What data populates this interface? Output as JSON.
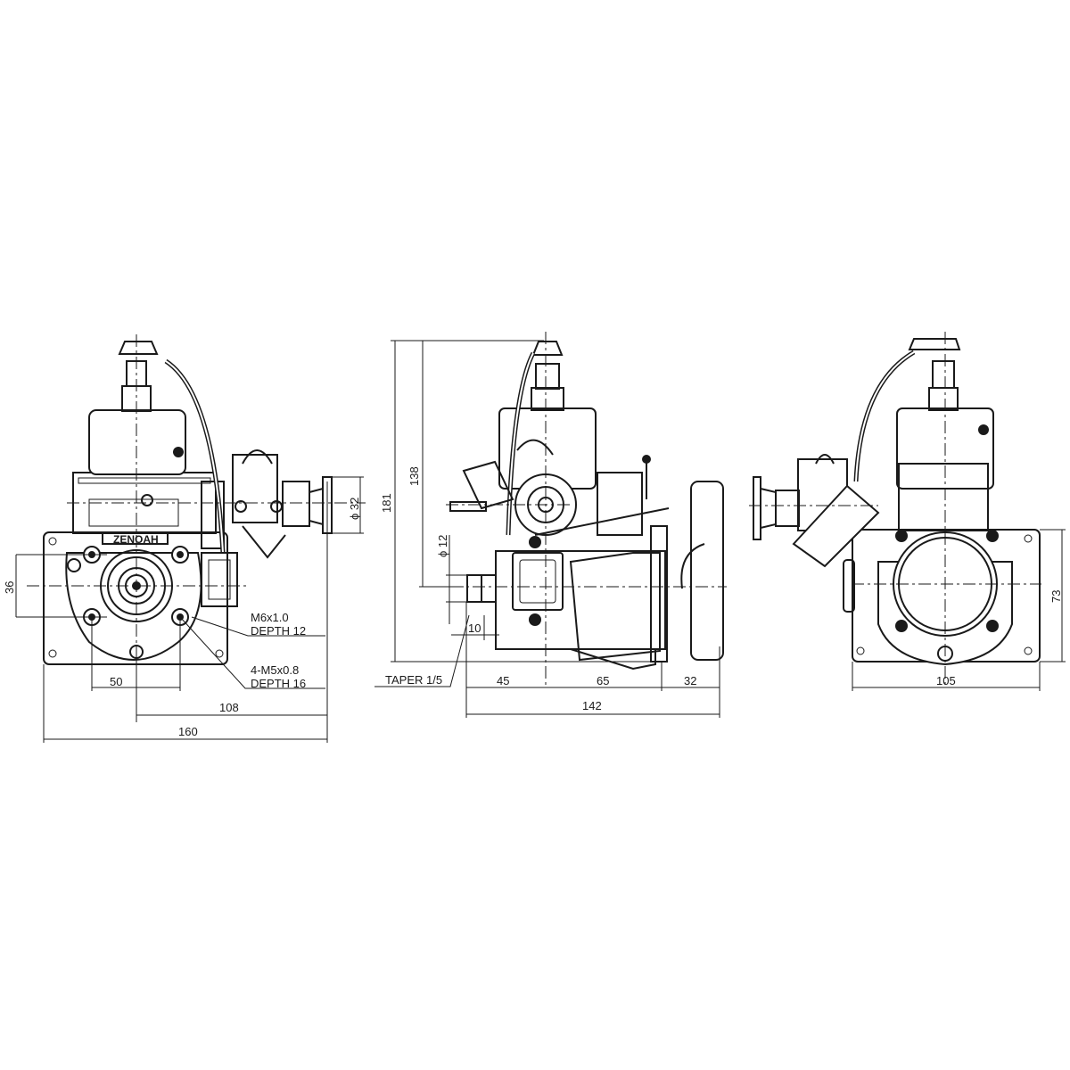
{
  "drawing": {
    "brand_label": "ZENOAH",
    "colors": {
      "line": "#1a1a1a",
      "background": "#ffffff"
    },
    "views": [
      {
        "name": "front-view",
        "dimensions": {
          "bore_pattern_height": "36",
          "bore_pattern_width": "50",
          "center_to_mount_edge": "108",
          "mount_plate_width": "160",
          "intake_diameter": "ϕ 32"
        },
        "callouts": [
          {
            "line1": "M6x1.0",
            "line2": "DEPTH 12"
          },
          {
            "line1": "4-M5x0.8",
            "line2": "DEPTH 16"
          }
        ]
      },
      {
        "name": "side-view",
        "dimensions": {
          "overall_height": "181",
          "shaft_to_top": "138",
          "shaft_diameter": "ϕ 12",
          "shaft_length": "10",
          "front_to_center": "45",
          "center_to_mount": "65",
          "mount_to_rear": "32",
          "overall_length": "142"
        },
        "callouts": [
          {
            "line1": "TAPER 1/5"
          }
        ]
      },
      {
        "name": "rear-view",
        "dimensions": {
          "mount_plate_width": "105",
          "mount_plate_height": "73"
        }
      }
    ]
  }
}
